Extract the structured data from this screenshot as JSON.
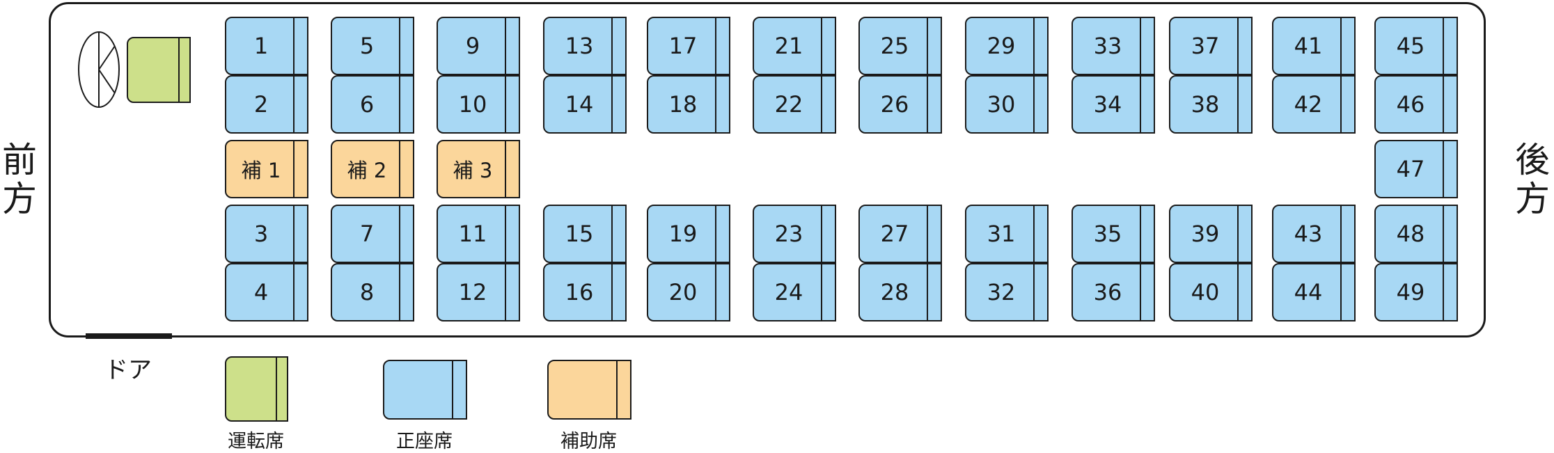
{
  "labels": {
    "front": [
      "前",
      "方"
    ],
    "rear": [
      "後",
      "方"
    ],
    "door": "ドア"
  },
  "colors": {
    "driver": "#cde08a",
    "regular": "#a8d8f4",
    "auxiliary": "#fbd69b",
    "outline": "#1a1a1a"
  },
  "icons": {
    "steering": "steering-wheel-icon"
  },
  "seats": [
    {
      "label": "1",
      "type": "regular"
    },
    {
      "label": "2",
      "type": "regular"
    },
    {
      "label": "補 1",
      "type": "auxiliary"
    },
    {
      "label": "3",
      "type": "regular"
    },
    {
      "label": "4",
      "type": "regular"
    },
    {
      "label": "5",
      "type": "regular"
    },
    {
      "label": "6",
      "type": "regular"
    },
    {
      "label": "補 2",
      "type": "auxiliary"
    },
    {
      "label": "7",
      "type": "regular"
    },
    {
      "label": "8",
      "type": "regular"
    },
    {
      "label": "9",
      "type": "regular"
    },
    {
      "label": "10",
      "type": "regular"
    },
    {
      "label": "補 3",
      "type": "auxiliary"
    },
    {
      "label": "11",
      "type": "regular"
    },
    {
      "label": "12",
      "type": "regular"
    },
    {
      "label": "13",
      "type": "regular"
    },
    {
      "label": "14",
      "type": "regular"
    },
    {
      "label": "15",
      "type": "regular"
    },
    {
      "label": "16",
      "type": "regular"
    },
    {
      "label": "17",
      "type": "regular"
    },
    {
      "label": "18",
      "type": "regular"
    },
    {
      "label": "19",
      "type": "regular"
    },
    {
      "label": "20",
      "type": "regular"
    },
    {
      "label": "21",
      "type": "regular"
    },
    {
      "label": "22",
      "type": "regular"
    },
    {
      "label": "23",
      "type": "regular"
    },
    {
      "label": "24",
      "type": "regular"
    },
    {
      "label": "25",
      "type": "regular"
    },
    {
      "label": "26",
      "type": "regular"
    },
    {
      "label": "27",
      "type": "regular"
    },
    {
      "label": "28",
      "type": "regular"
    },
    {
      "label": "29",
      "type": "regular"
    },
    {
      "label": "30",
      "type": "regular"
    },
    {
      "label": "31",
      "type": "regular"
    },
    {
      "label": "32",
      "type": "regular"
    },
    {
      "label": "33",
      "type": "regular"
    },
    {
      "label": "34",
      "type": "regular"
    },
    {
      "label": "35",
      "type": "regular"
    },
    {
      "label": "36",
      "type": "regular"
    },
    {
      "label": "37",
      "type": "regular"
    },
    {
      "label": "38",
      "type": "regular"
    },
    {
      "label": "39",
      "type": "regular"
    },
    {
      "label": "40",
      "type": "regular"
    },
    {
      "label": "41",
      "type": "regular"
    },
    {
      "label": "42",
      "type": "regular"
    },
    {
      "label": "43",
      "type": "regular"
    },
    {
      "label": "44",
      "type": "regular"
    },
    {
      "label": "45",
      "type": "regular"
    },
    {
      "label": "46",
      "type": "regular"
    },
    {
      "label": "47",
      "type": "regular"
    },
    {
      "label": "48",
      "type": "regular"
    },
    {
      "label": "49",
      "type": "regular"
    }
  ],
  "legend": {
    "driver": "運転席",
    "regular": "正座席",
    "auxiliary": "補助席"
  }
}
